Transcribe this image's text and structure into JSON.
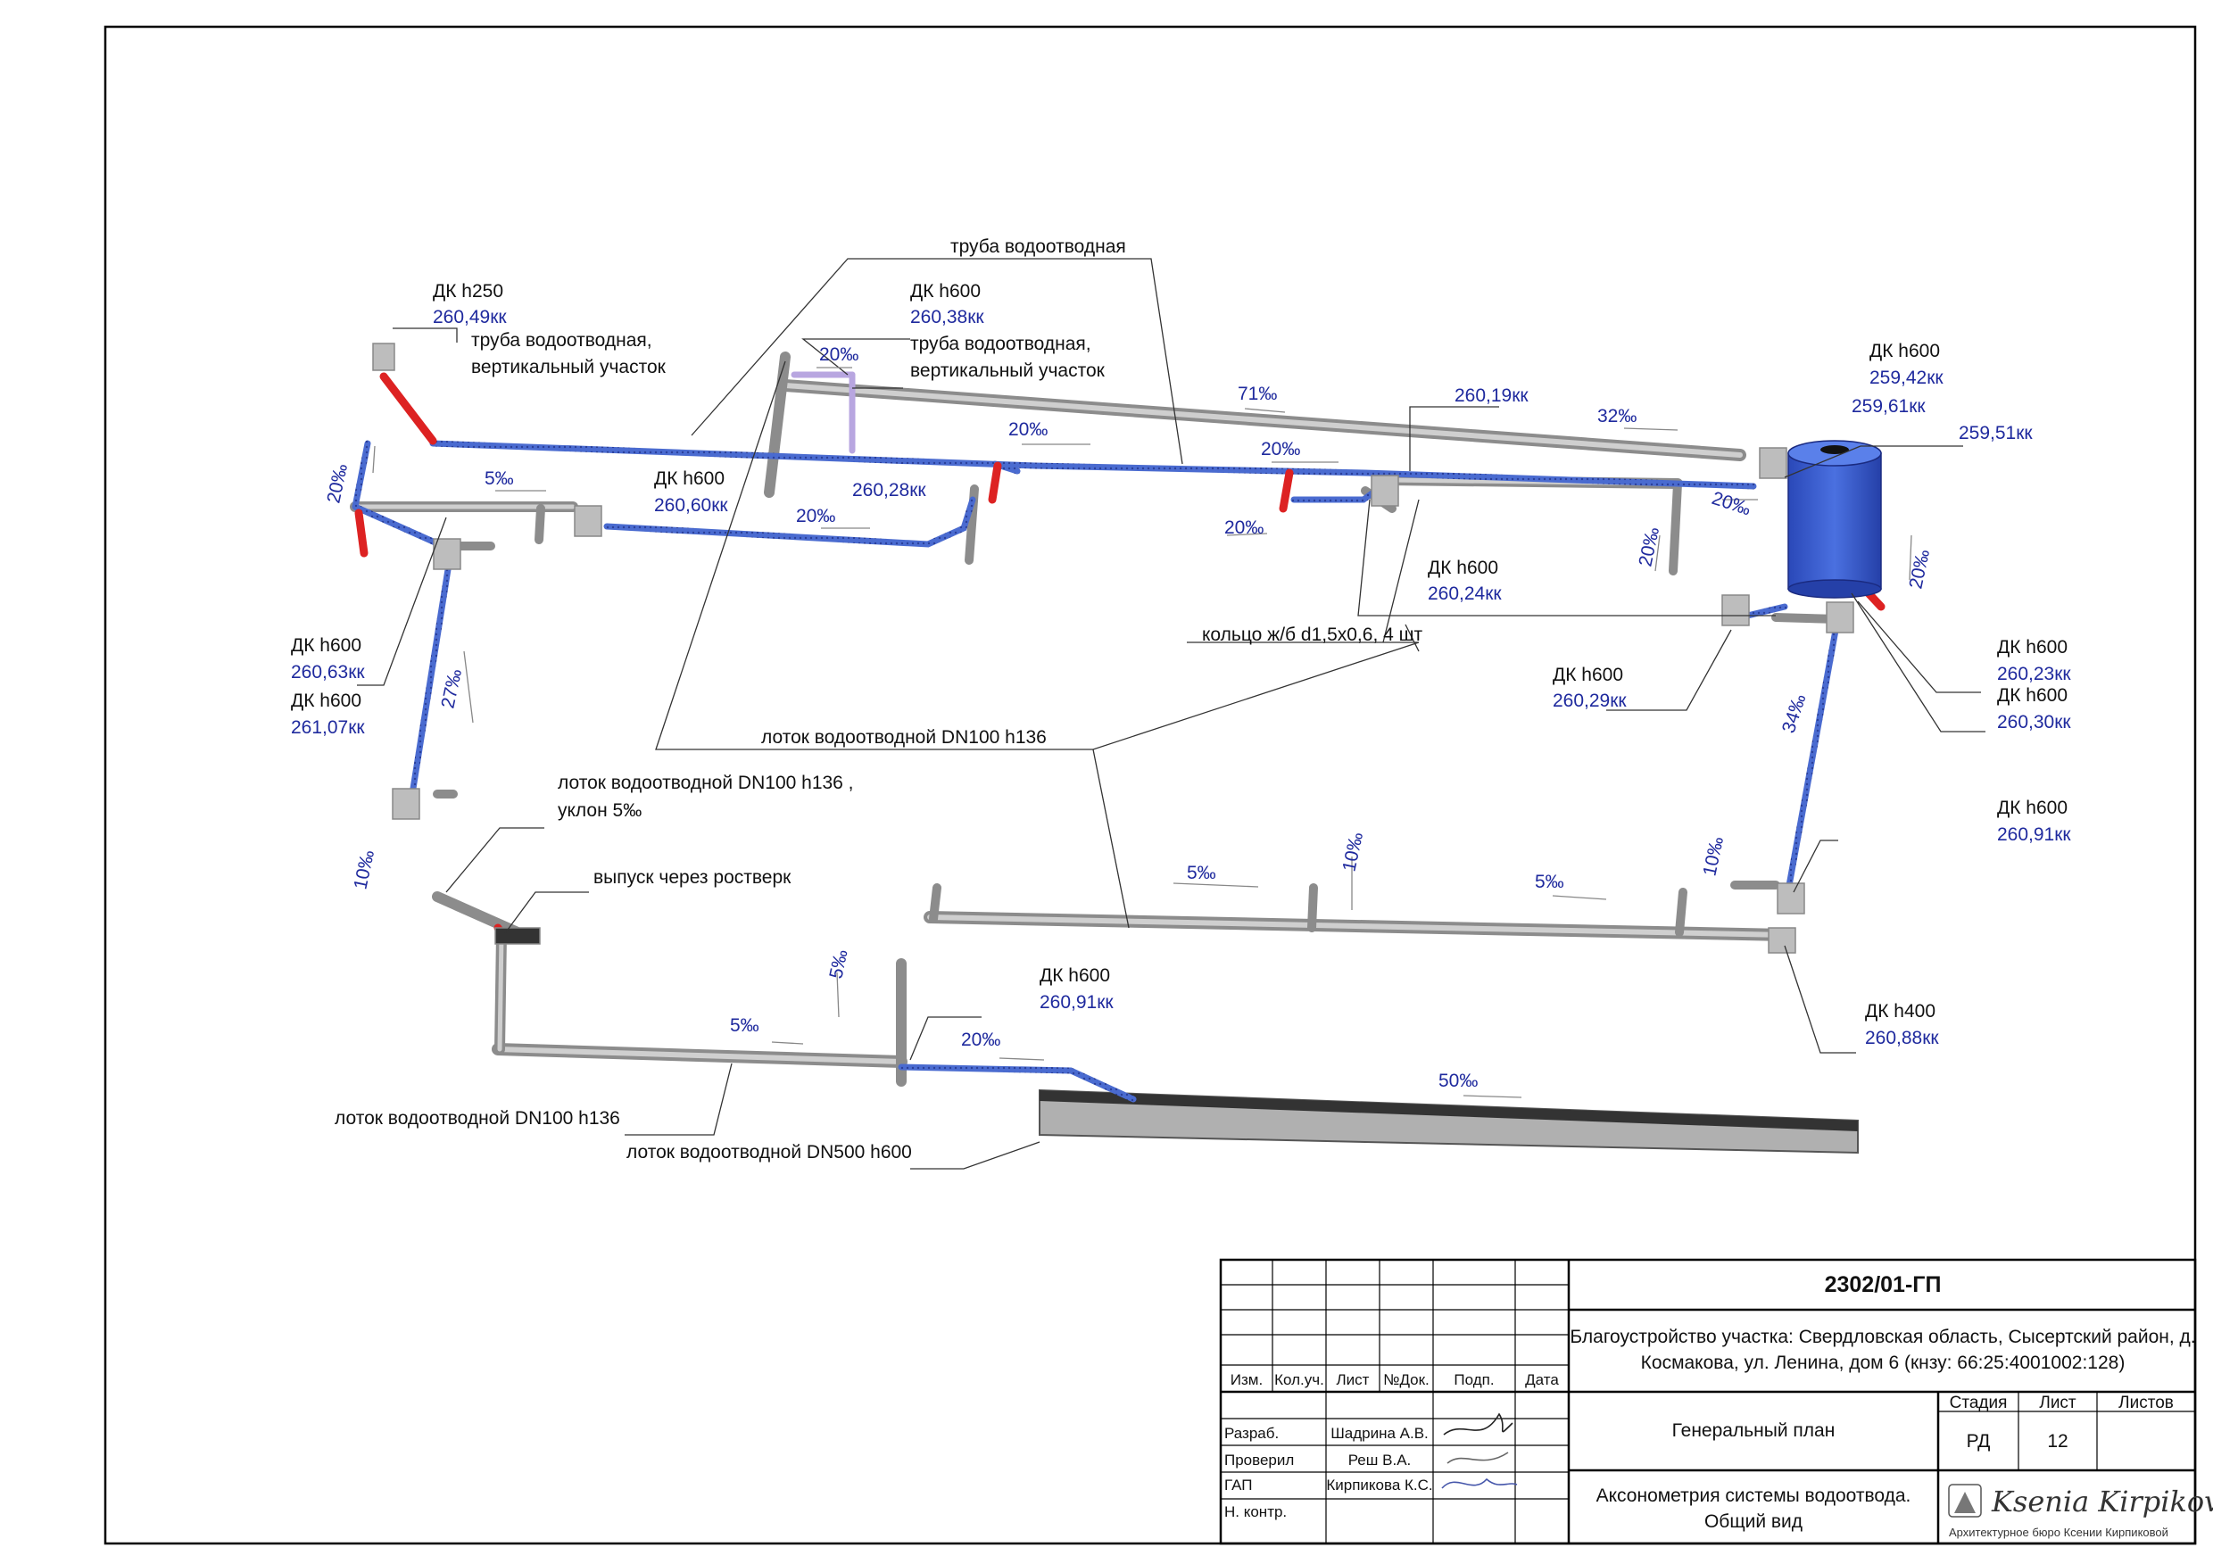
{
  "drawing": {
    "colors": {
      "pipe": "#4466cc",
      "gutter": "#9a9a9a",
      "riser": "#dd2222",
      "tank": "#3355cc",
      "dimension_text": "#1f2a9e",
      "label_text": "#111111"
    },
    "labels": [
      {
        "id": "pipe-main",
        "text": "труба водоотводная"
      },
      {
        "id": "dk-h250",
        "text": "ДК h250",
        "value": "260,49кк"
      },
      {
        "id": "riser-left",
        "text": "труба водоотводная,",
        "text2": "вертикальный участок"
      },
      {
        "id": "dk-h600-top",
        "text": "ДК h600",
        "value": "260,38кк"
      },
      {
        "id": "riser-mid",
        "text": "труба водоотводная,",
        "text2": "вертикальный участок"
      },
      {
        "id": "dk-26019",
        "value": "260,19кк"
      },
      {
        "id": "dk-h600-right-top",
        "text": "ДК h600",
        "value": "259,42кк"
      },
      {
        "id": "tank-top",
        "value": "259,61кк"
      },
      {
        "id": "tank-right",
        "value": "259,51кк"
      },
      {
        "id": "dk-h600-26060",
        "text": "ДК h600",
        "value": "260,60кк"
      },
      {
        "id": "dk-26028",
        "value": "260,28кк"
      },
      {
        "id": "dk-h600-26024",
        "text": "ДК h600",
        "value": "260,24кк"
      },
      {
        "id": "ring",
        "text": "кольцо ж/б d1,5x0,6, 4 шт"
      },
      {
        "id": "dk-h600-26029",
        "text": "ДК h600",
        "value": "260,29кк"
      },
      {
        "id": "dk-h600-26023",
        "text": "ДК h600",
        "value": "260,23кк"
      },
      {
        "id": "dk-h600-26030",
        "text": "ДК h600",
        "value": "260,30кк"
      },
      {
        "id": "dk-h600-26063",
        "text": "ДК h600",
        "value": "260,63кк"
      },
      {
        "id": "dk-h600-26107",
        "text": "ДК h600",
        "value": "261,07кк"
      },
      {
        "id": "tray-dn100-mid",
        "text": "лоток водоотводной DN100 h136"
      },
      {
        "id": "tray-dn100-slope",
        "text": "лоток водоотводной DN100 h136 ,",
        "text2": "уклон 5‰"
      },
      {
        "id": "outlet",
        "text": "выпуск через ростверк"
      },
      {
        "id": "dk-h600-26091-right",
        "text": "ДК h600",
        "value": "260,91кк"
      },
      {
        "id": "dk-h600-26091-bottom",
        "text": "ДК h600",
        "value": "260,91кк"
      },
      {
        "id": "dk-h400",
        "text": "ДК h400",
        "value": "260,88кк"
      },
      {
        "id": "tray-dn100-bottom",
        "text": "лоток водоотводной DN100 h136"
      },
      {
        "id": "tray-dn500",
        "text": "лоток водоотводной DN500 h600"
      }
    ],
    "slopes": [
      "20‰",
      "71‰",
      "20‰",
      "32‰",
      "20‰",
      "5‰",
      "20‰",
      "20‰",
      "20‰",
      "20‰",
      "20‰",
      "20‰",
      "27‰",
      "34‰",
      "10‰",
      "5‰",
      "10‰",
      "5‰",
      "10‰",
      "5‰",
      "5‰",
      "20‰",
      "50‰"
    ]
  },
  "title_block": {
    "project_code": "2302/01-ГП",
    "project_title_line1": "Благоустройство участка: Свердловская область, Сысертский район, д.",
    "project_title_line2": "Космакова, ул. Ленина, дом 6 (кнзу: 66:25:4001002:128)",
    "columns": [
      "Изм.",
      "Кол.уч.",
      "Лист",
      "№Док.",
      "Подп.",
      "Дата"
    ],
    "roles": [
      {
        "role": "Разраб.",
        "name": "Шадрина А.В."
      },
      {
        "role": "Проверил",
        "name": "Реш В.А."
      },
      {
        "role": "ГАП",
        "name": "Кирпикова К.С."
      },
      {
        "role": "Н. контр.",
        "name": ""
      }
    ],
    "section": "Генеральный план",
    "stage_header": "Стадия",
    "sheet_header": "Лист",
    "sheets_header": "Листов",
    "stage": "РД",
    "sheet": "12",
    "sheets": "",
    "drawing_title_line1": "Аксонометрия системы водоотвода.",
    "drawing_title_line2": "Общий вид",
    "logo_text": "Ksenia Kirpikova",
    "logo_caption": "Архитектурное бюро Ксении Кирпиковой"
  }
}
